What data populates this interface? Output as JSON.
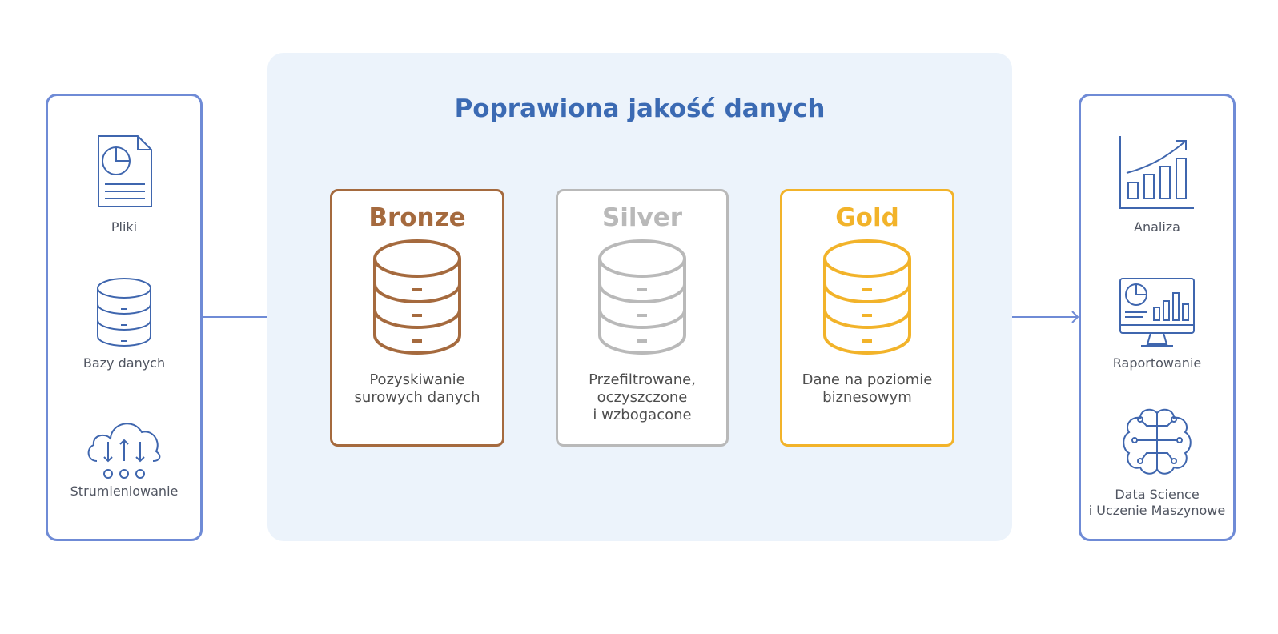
{
  "center": {
    "title": "Poprawiona jakość danych"
  },
  "sources": [
    {
      "label": "Pliki",
      "icon": "file-chart-icon"
    },
    {
      "label": "Bazy danych",
      "icon": "database-icon"
    },
    {
      "label": "Strumieniowanie",
      "icon": "cloud-stream-icon"
    }
  ],
  "tiers": [
    {
      "name": "Bronze",
      "color": "#a56a3e",
      "desc": [
        "Pozyskiwanie",
        "surowych danych"
      ]
    },
    {
      "name": "Silver",
      "color": "#b9b9b9",
      "desc": [
        "Przefiltrowane,",
        "oczyszczone",
        "i wzbogacone"
      ]
    },
    {
      "name": "Gold",
      "color": "#f2b32a",
      "desc": [
        "Dane na poziomie",
        "biznesowym"
      ]
    }
  ],
  "outputs": [
    {
      "label": "Analiza",
      "icon": "growth-chart-icon"
    },
    {
      "label": "Raportowanie",
      "icon": "monitor-report-icon"
    },
    {
      "label_lines": [
        "Data Science",
        "i Uczenie Maszynowe"
      ],
      "icon": "brain-circuit-icon"
    }
  ],
  "colors": {
    "accent": "#3b6ab3",
    "icon": "#3f66ae",
    "border": "#6f8bd6",
    "center_bg": "#ecf3fb"
  }
}
